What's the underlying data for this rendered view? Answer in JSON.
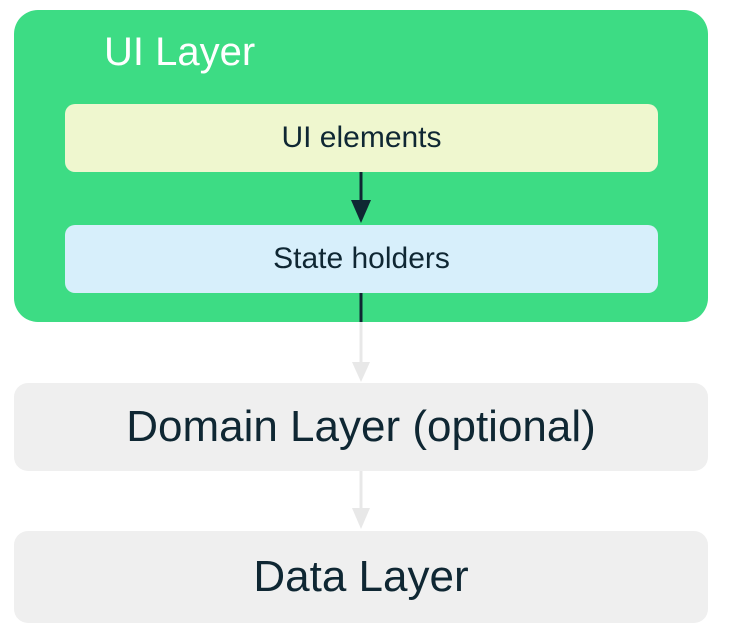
{
  "ui_layer": {
    "title": "UI Layer",
    "ui_elements_label": "UI elements",
    "state_holders_label": "State holders"
  },
  "domain_layer": {
    "label": "Domain Layer (optional)"
  },
  "data_layer": {
    "label": "Data Layer"
  },
  "colors": {
    "ui_layer_bg": "#3ddc84",
    "ui_elements_bg": "#eff7cf",
    "state_holders_bg": "#d7effb",
    "layer_bg": "#efefef",
    "text": "#0f2733",
    "arrow_dark": "#0f2733",
    "arrow_light": "#e8e8e8"
  }
}
